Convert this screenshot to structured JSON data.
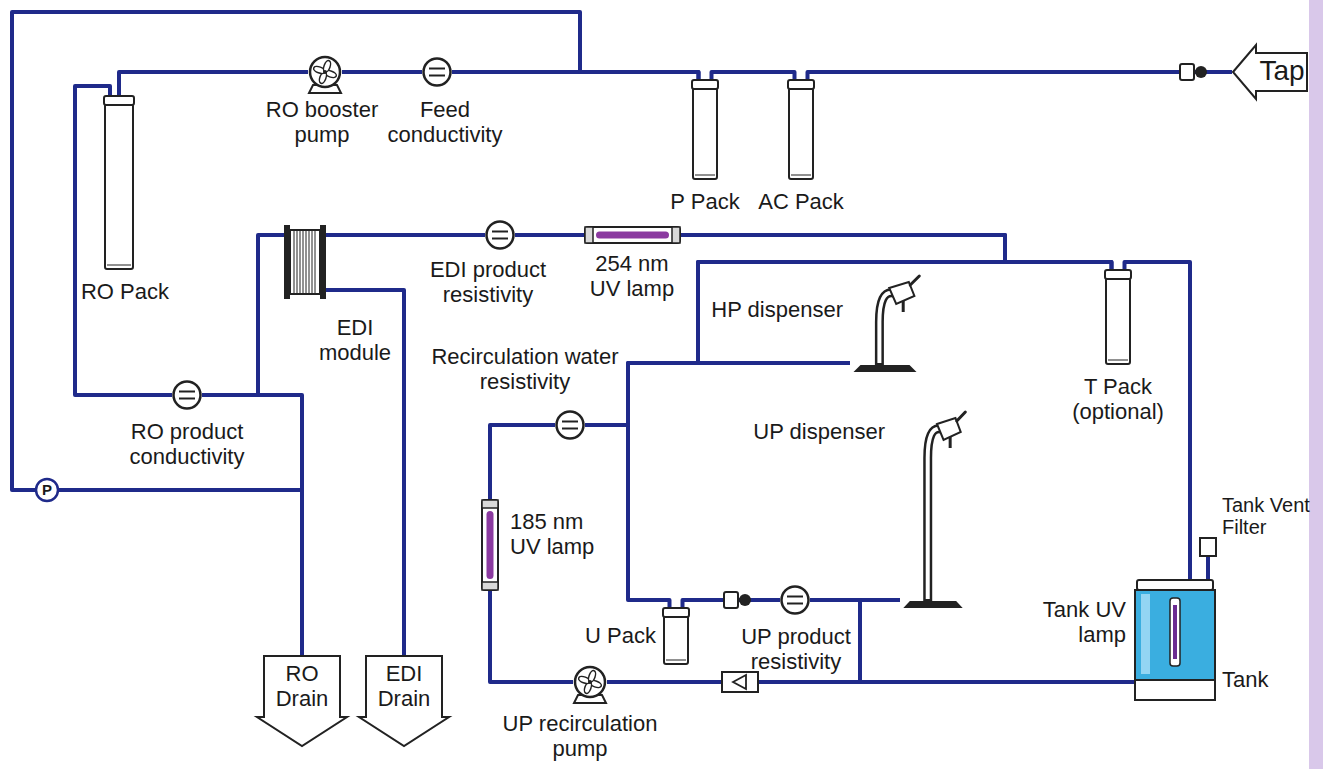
{
  "diagram": {
    "nodes": [
      {
        "text": [
          "Tap"
        ]
      },
      {
        "text": [
          "AC Pack"
        ]
      },
      {
        "text": [
          "P Pack"
        ]
      },
      {
        "text": [
          "Feed conductivity"
        ]
      },
      {
        "text": [
          "RO booster pump"
        ]
      },
      {
        "text": [
          "RO Pack"
        ]
      },
      {
        "text": [
          "EDI module"
        ]
      },
      {
        "text": [
          "EDI product resistivity"
        ]
      },
      {
        "text": [
          "254 nm UV lamp"
        ]
      },
      {
        "text": [
          "HP dispenser"
        ]
      },
      {
        "text": [
          "T Pack (optional)"
        ]
      },
      {
        "text": [
          "Tank Vent Filter"
        ]
      },
      {
        "text": [
          "Recirculation water resistivity"
        ]
      },
      {
        "text": [
          "UP dispenser"
        ]
      },
      {
        "text": [
          "185 nm UV lamp"
        ]
      },
      {
        "text": [
          "U Pack"
        ]
      },
      {
        "text": [
          "UP product resistivity"
        ]
      },
      {
        "text": [
          "Tank"
        ]
      },
      {
        "text": [
          "UP recirculation pump"
        ]
      },
      {
        "text": [
          "RO product conductivity"
        ]
      },
      {
        "text": [
          "P"
        ]
      },
      {
        "text": [
          "RO Drain"
        ]
      },
      {
        "text": [
          "EDI Drain"
        ]
      }
    ],
    "edges": [
      {
        "from": 0,
        "to": 1,
        "arrow": "none"
      },
      {
        "from": 1,
        "to": 2,
        "arrow": "none"
      },
      {
        "from": 2,
        "to": 3,
        "arrow": "none"
      },
      {
        "from": 3,
        "to": 4,
        "arrow": "none"
      },
      {
        "from": 4,
        "to": 5,
        "arrow": "none"
      },
      {
        "from": 2,
        "to": 20,
        "arrow": "none"
      },
      {
        "from": 20,
        "to": 21,
        "arrow": "none"
      },
      {
        "from": 5,
        "to": 19,
        "arrow": "none"
      },
      {
        "from": 19,
        "to": 6,
        "arrow": "none"
      },
      {
        "from": 19,
        "to": 21,
        "arrow": "none"
      },
      {
        "from": 6,
        "to": 22,
        "arrow": "none"
      },
      {
        "from": 6,
        "to": 7,
        "arrow": "none"
      },
      {
        "from": 7,
        "to": 8,
        "arrow": "none"
      },
      {
        "from": 8,
        "to": 9,
        "arrow": "none"
      },
      {
        "from": 8,
        "to": 10,
        "arrow": "none"
      },
      {
        "from": 10,
        "to": 17,
        "arrow": "none"
      },
      {
        "from": 17,
        "to": 11,
        "arrow": "none"
      },
      {
        "from": 17,
        "to": 18,
        "arrow": "none"
      },
      {
        "from": 18,
        "to": 14,
        "arrow": "none"
      },
      {
        "from": 14,
        "to": 12,
        "arrow": "none"
      },
      {
        "from": 12,
        "to": 15,
        "arrow": "none"
      },
      {
        "from": 12,
        "to": 9,
        "arrow": "none"
      },
      {
        "from": 12,
        "to": 10,
        "arrow": "none"
      },
      {
        "from": 15,
        "to": 16,
        "arrow": "none"
      },
      {
        "from": 16,
        "to": 13,
        "arrow": "none"
      },
      {
        "from": 16,
        "to": 18,
        "arrow": "none"
      }
    ],
    "labels": [
      "Tank UV lamp"
    ]
  }
}
